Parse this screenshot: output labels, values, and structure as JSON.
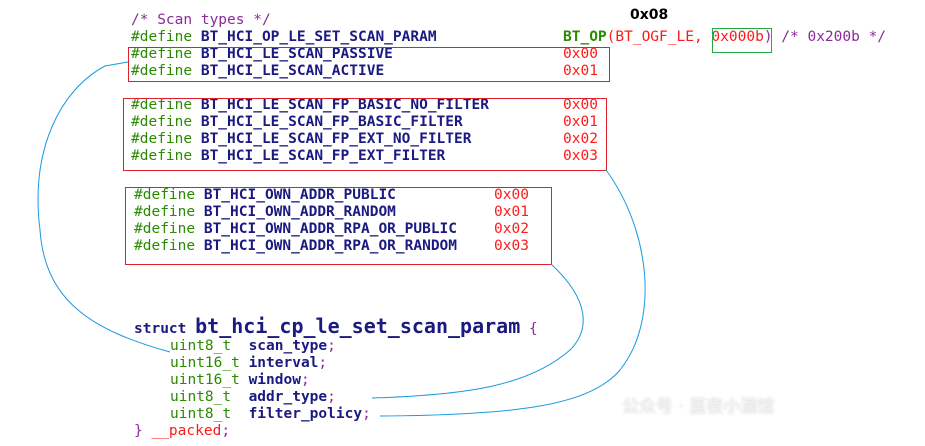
{
  "annotation": "0x08",
  "comment": "/* Scan types */",
  "op_define": {
    "kw": "#define",
    "name": "BT_HCI_OP_LE_SET_SCAN_PARAM",
    "macro": "BT_OP",
    "open": "(",
    "ogf": "BT_OGF_LE, ",
    "ocf": "0x000b",
    "close": ")",
    "tail": " /* 0x200b */"
  },
  "scan_types": [
    {
      "kw": "#define",
      "name": "BT_HCI_LE_SCAN_PASSIVE",
      "value": "0x00"
    },
    {
      "kw": "#define",
      "name": "BT_HCI_LE_SCAN_ACTIVE",
      "value": "0x01"
    }
  ],
  "filter_policies": [
    {
      "kw": "#define",
      "name": "BT_HCI_LE_SCAN_FP_BASIC_NO_FILTER",
      "value": "0x00"
    },
    {
      "kw": "#define",
      "name": "BT_HCI_LE_SCAN_FP_BASIC_FILTER",
      "value": "0x01"
    },
    {
      "kw": "#define",
      "name": "BT_HCI_LE_SCAN_FP_EXT_NO_FILTER",
      "value": "0x02"
    },
    {
      "kw": "#define",
      "name": "BT_HCI_LE_SCAN_FP_EXT_FILTER",
      "value": "0x03"
    }
  ],
  "addr_types": [
    {
      "kw": "#define",
      "name": "BT_HCI_OWN_ADDR_PUBLIC",
      "value": "0x00"
    },
    {
      "kw": "#define",
      "name": "BT_HCI_OWN_ADDR_RANDOM",
      "value": "0x01"
    },
    {
      "kw": "#define",
      "name": "BT_HCI_OWN_ADDR_RPA_OR_PUBLIC",
      "value": "0x02"
    },
    {
      "kw": "#define",
      "name": "BT_HCI_OWN_ADDR_RPA_OR_RANDOM",
      "value": "0x03"
    }
  ],
  "struct": {
    "kw": "struct",
    "name": "bt_hci_cp_le_set_scan_param",
    "open": "{",
    "members": [
      {
        "type": "uint8_t  ",
        "field": "scan_type"
      },
      {
        "type": "uint16_t ",
        "field": "interval"
      },
      {
        "type": "uint16_t ",
        "field": "window"
      },
      {
        "type": "uint8_t  ",
        "field": "addr_type"
      },
      {
        "type": "uint8_t  ",
        "field": "filter_policy"
      }
    ],
    "close": "}",
    "attr": "__packed",
    "semi": ";"
  },
  "watermark": "公众号 · 蓝夜小酒馆",
  "colors": {
    "box": "#e0202a",
    "highlight": "#22aa44",
    "arrow": "#1a9ae0"
  }
}
